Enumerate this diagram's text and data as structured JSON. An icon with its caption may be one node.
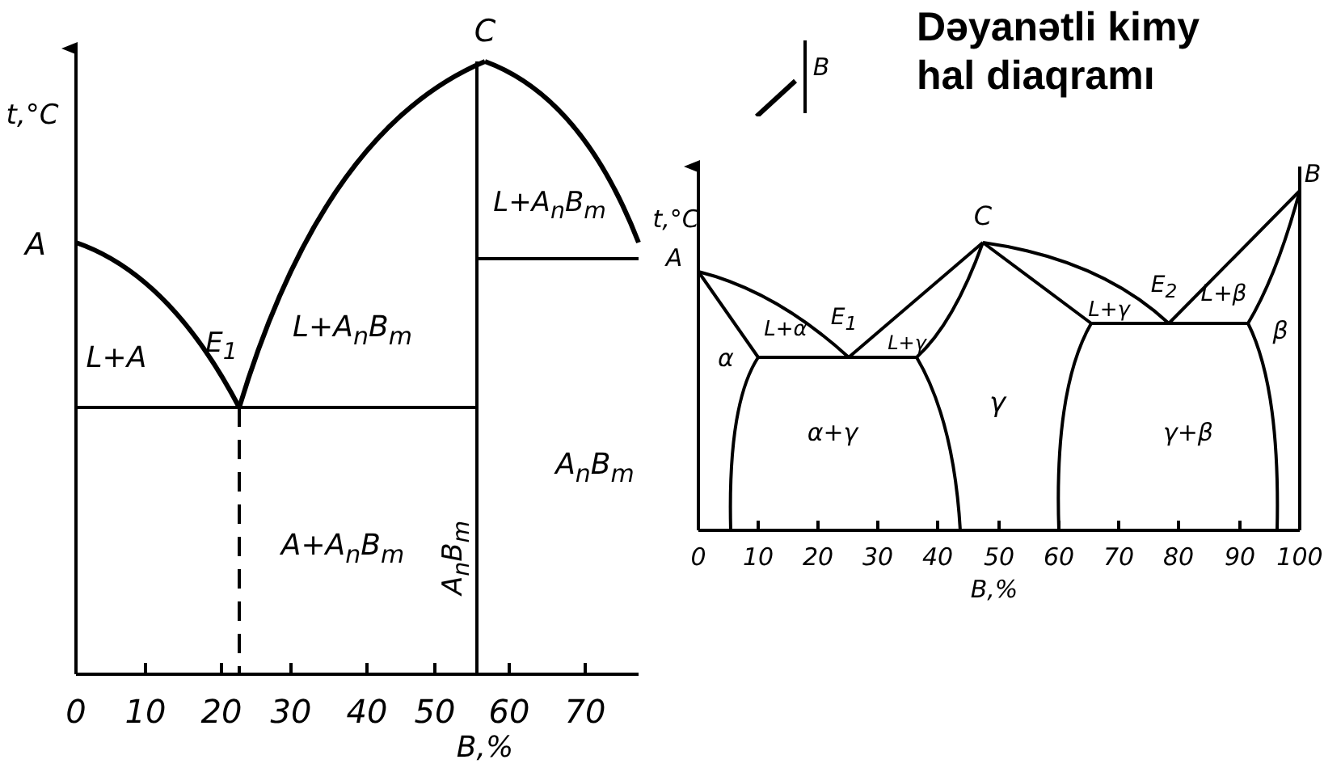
{
  "diagram": {
    "title": "Dəyanətli kimy hal diaqramı",
    "labels": [
      "C",
      "B",
      "t,°C",
      "L+A$_{n}$B$_{m}$",
      "A",
      "t,°C",
      "C",
      "B",
      "A",
      "L+A$_{n}$B$_{m}$",
      "E$_{2}$",
      "L+β",
      "L+α",
      "E$_{1}$",
      "L+γ",
      "L+γ",
      "L+A",
      "E$_{1}$",
      "β",
      "α",
      "γ",
      "α+γ",
      "γ+β",
      "A$_{n}$B$_{m}$",
      "A+A$_{n}$B$_{m}$",
      "A$_{n}$B$_{m}$",
      "0",
      "10",
      "20",
      "30",
      "40",
      "50",
      "60",
      "70",
      "80",
      "90",
      "100",
      "B,%",
      "0",
      "10",
      "20",
      "30",
      "40",
      "50",
      "60",
      "70",
      "B,%"
    ]
  }
}
